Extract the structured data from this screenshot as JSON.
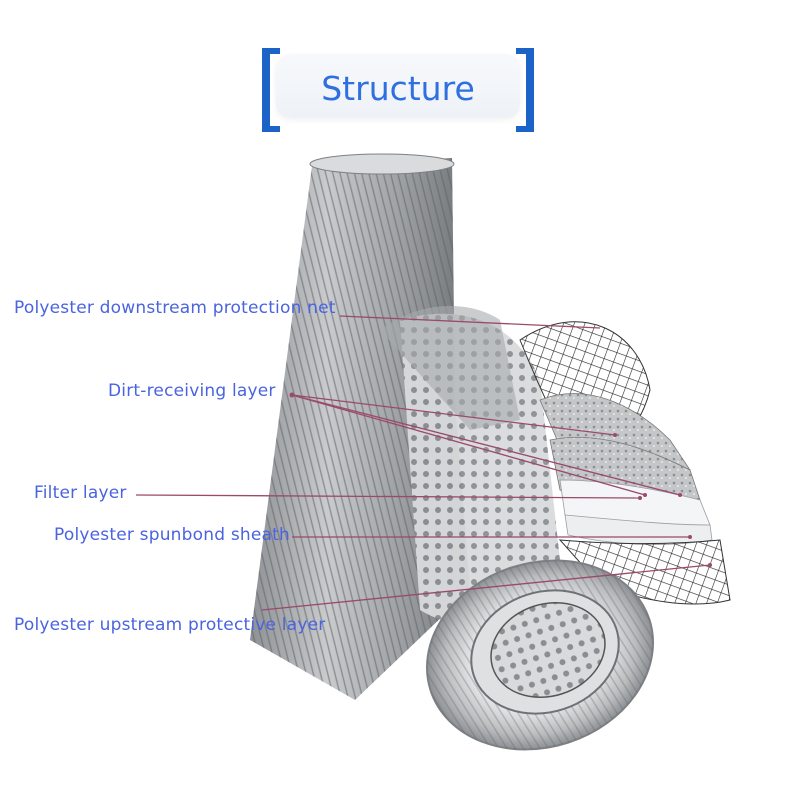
{
  "title": "Structure",
  "colors": {
    "title": "#2f6fe0",
    "bracket": "#1b63c6",
    "label": "#4a63e0",
    "leader": "#9a4a6a"
  },
  "labels": [
    {
      "id": "downstream-net",
      "text": "Polyester downstream protection net"
    },
    {
      "id": "dirt-receiving",
      "text": "Dirt-receiving layer"
    },
    {
      "id": "filter",
      "text": "Filter layer"
    },
    {
      "id": "spunbond",
      "text": "Polyester spunbond sheath"
    },
    {
      "id": "upstream",
      "text": "Polyester upstream protective layer"
    }
  ]
}
